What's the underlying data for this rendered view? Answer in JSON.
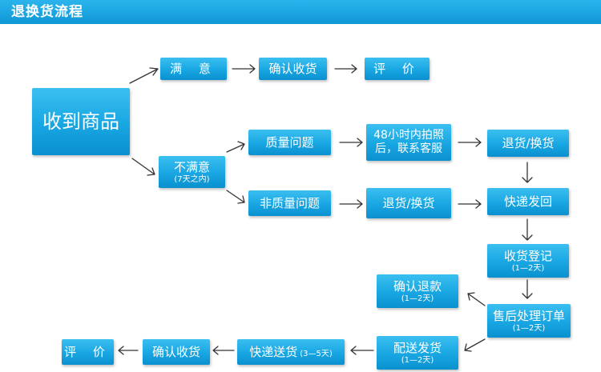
{
  "header": {
    "title": "退换货流程"
  },
  "nodes": {
    "received": "收到商品",
    "satisfied": "满 意",
    "confirm_receipt_top": "确认收货",
    "review_top": "评 价",
    "unsatisfied": "不满意",
    "unsatisfied_note": "(7天之内)",
    "quality_issue": "质量问题",
    "photo_contact_line1": "48小时内拍照",
    "photo_contact_line2": "后，联系客服",
    "return_exchange_right": "退货/换货",
    "non_quality_issue": "非质量问题",
    "return_exchange_mid": "退货/换货",
    "express_back": "快递发回",
    "receive_register": "收货登记",
    "receive_register_note": "(1—2天)",
    "confirm_refund": "确认退款",
    "confirm_refund_note": "(1—2天)",
    "after_sales": "售后处理订单",
    "after_sales_note": "(1—2天)",
    "ship_out": "配送发货",
    "ship_out_note": "(1—2天)",
    "express_delivery": "快递送货",
    "express_delivery_note": "(3—5天)",
    "confirm_receipt_bottom": "确认收货",
    "review_bottom": "评 价"
  }
}
